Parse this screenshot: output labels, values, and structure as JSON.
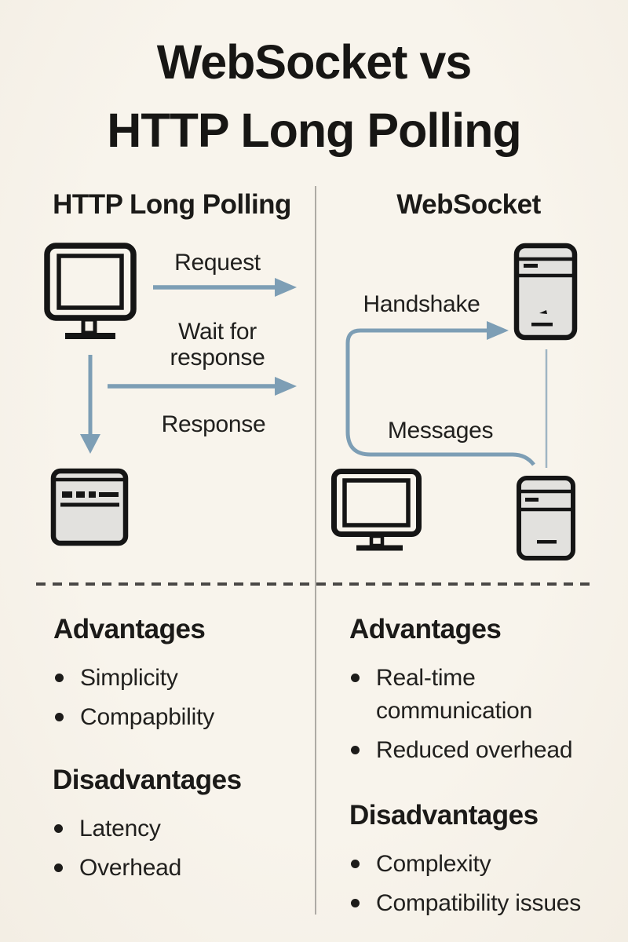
{
  "title": {
    "line1": "WebSocket vs",
    "line2": "HTTP Long Polling"
  },
  "left": {
    "header": "HTTP Long Polling",
    "flow": {
      "request": "Request",
      "wait_line1": "Wait for",
      "wait_line2": "response",
      "response": "Response"
    },
    "advantages": {
      "heading": "Advantages",
      "items": [
        "Simplicity",
        "Compapbility"
      ]
    },
    "disadvantages": {
      "heading": "Disadvantages",
      "items": [
        "Latency",
        "Overhead"
      ]
    }
  },
  "right": {
    "header": "WebSocket",
    "flow": {
      "handshake": "Handshake",
      "messages": "Messages"
    },
    "advantages": {
      "heading": "Advantages",
      "items": [
        "Real-time communication",
        "Reduced overhead"
      ]
    },
    "disadvantages": {
      "heading": "Disadvantages",
      "items": [
        "Complexity",
        "Compatibility issues"
      ]
    }
  },
  "icons": {
    "left_client": "desktop-monitor-icon",
    "left_server": "server-icon",
    "right_server_top": "server-tower-icon",
    "right_client": "desktop-monitor-icon",
    "right_server_bottom": "server-tower-icon",
    "connectors": [
      "request-arrow",
      "wait-arrow",
      "down-arrow",
      "handshake-messages-arrow",
      "server-link-line"
    ]
  },
  "colors": {
    "background": "#f7f2ea",
    "ink": "#1d1c1a",
    "arrow_blue": "#7d9eb5",
    "icon_fill": "#e2e1de",
    "icon_stroke": "#151515",
    "column_divider": "#aeaba5",
    "dashed_divider": "#4a4846"
  }
}
